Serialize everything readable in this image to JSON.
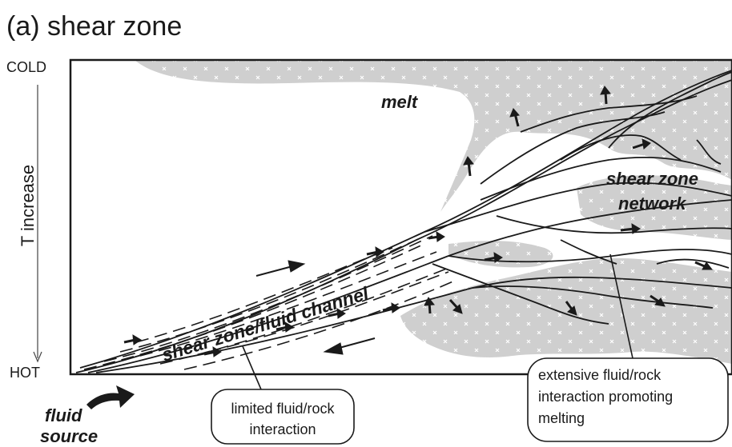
{
  "panel_title": "(a) shear zone",
  "axis": {
    "top_label": "COLD",
    "bottom_label": "HOT",
    "vertical_label": "T increase"
  },
  "labels": {
    "melt": "melt",
    "network_line1": "shear zone",
    "network_line2": "network",
    "channel": "shear zone/fluid channel",
    "fluid_line1": "fluid",
    "fluid_line2": "source"
  },
  "callouts": {
    "limited_line1": "limited fluid/rock",
    "limited_line2": "interaction",
    "extensive_line1": "extensive fluid/rock",
    "extensive_line2": "interaction promoting",
    "extensive_line3": "melting"
  },
  "colors": {
    "melt_fill": "#cfcfcf",
    "line": "#1a1a1a",
    "background": "#ffffff"
  },
  "icons": [
    "fluid-source-arrow-icon",
    "shear-sense-arrow-icon",
    "melt-migration-arrow-icon"
  ]
}
